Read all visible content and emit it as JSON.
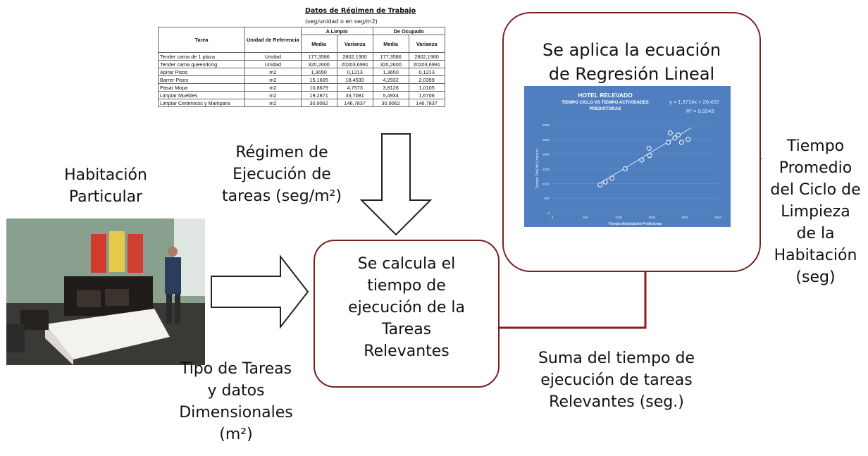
{
  "table": {
    "title": "Datos de Régimen de Trabajo",
    "subtitle": "(seg/unidad o en seg/m2)",
    "group_headers": [
      "A Limpio",
      "De Ocupado"
    ],
    "col_headers": [
      "Tarea",
      "Unidad de Referencia",
      "Media",
      "Varianza",
      "Media",
      "Varianza"
    ],
    "rows": [
      [
        "Tender cama de 1 plaza",
        "Unidad",
        "177,3586",
        "2802,1960",
        "177,3586",
        "2802,1960"
      ],
      [
        "Tender cama queen/King",
        "Unidad",
        "320,2600",
        "20203,6991",
        "320,2600",
        "20203,6991"
      ],
      [
        "Apirar Pisos",
        "m2",
        "1,3650",
        "0,1213",
        "1,3650",
        "0,1213"
      ],
      [
        "Barrer Pisos",
        "m2",
        "15,1605",
        "18,4530",
        "4,2932",
        "2,0399"
      ],
      [
        "Pasar Mopa",
        "m2",
        "10,8679",
        "4,7573",
        "3,8126",
        "1,0105"
      ],
      [
        "Limpiar Muebles",
        "m2",
        "19,2871",
        "33,7081",
        "5,4934",
        "1,6706"
      ],
      [
        "Limpiar Cerámicos y Mampara",
        "m2",
        "30,9062",
        "146,7837",
        "30,9062",
        "146,7837"
      ]
    ]
  },
  "labels": {
    "habitacion": [
      "Habitación",
      "Particular"
    ],
    "regimen": [
      "Régimen de",
      "Ejecución de",
      "tareas (seg/m²)"
    ],
    "calc_box": [
      "Se calcula el",
      "tiempo de",
      "ejecución de la",
      "Tareas",
      "Relevantes"
    ],
    "reg_box_title": [
      "Se aplica la ecuación",
      "de Regresión Lineal"
    ],
    "tiempo": [
      "Tiempo",
      "Promedio",
      "del Ciclo de",
      "Limpieza",
      "de la",
      "Habitación",
      "(seg)"
    ],
    "tipo_tareas": [
      "Tipo de Tareas",
      "y datos",
      "Dimensionales",
      "(m²)"
    ],
    "suma": [
      "Suma del tiempo de",
      "ejecución de tareas",
      "Relevantes (seg.)"
    ]
  },
  "chart_data": {
    "type": "scatter",
    "title": "HOTEL RELEVADO",
    "subtitle": [
      "TIEMPO CICLO VS TIEMPO ACTIVIDADES",
      "PREDICTORAS"
    ],
    "equation": "y = 1,3714x + 20,422",
    "r2": "R² = 0,9243",
    "xlabel": "Tiempo Actividades Predictoras",
    "ylabel": "Tiempo Total de Limpieza",
    "xlim": [
      0,
      2500
    ],
    "ylim": [
      0,
      3000
    ],
    "xticks": [
      "0",
      "500",
      "1000",
      "1500",
      "2000",
      "2500"
    ],
    "yticks": [
      "0",
      "500",
      "1000",
      "1500",
      "2000",
      "2500",
      "3000"
    ],
    "points": [
      [
        720,
        950
      ],
      [
        800,
        1050
      ],
      [
        900,
        1180
      ],
      [
        1100,
        1500
      ],
      [
        1350,
        1800
      ],
      [
        1460,
        2200
      ],
      [
        1470,
        1950
      ],
      [
        1750,
        2400
      ],
      [
        1780,
        2720
      ],
      [
        1850,
        2550
      ],
      [
        1900,
        2650
      ],
      [
        1950,
        2400
      ],
      [
        2050,
        2500
      ]
    ],
    "trend": {
      "slope": 1.3714,
      "intercept": 20.422,
      "x_range": [
        700,
        2100
      ]
    }
  },
  "colors": {
    "arrow": "#8b1a1a",
    "box_border": "#7a1f1f",
    "chart_bg": "#4f7fbf"
  }
}
